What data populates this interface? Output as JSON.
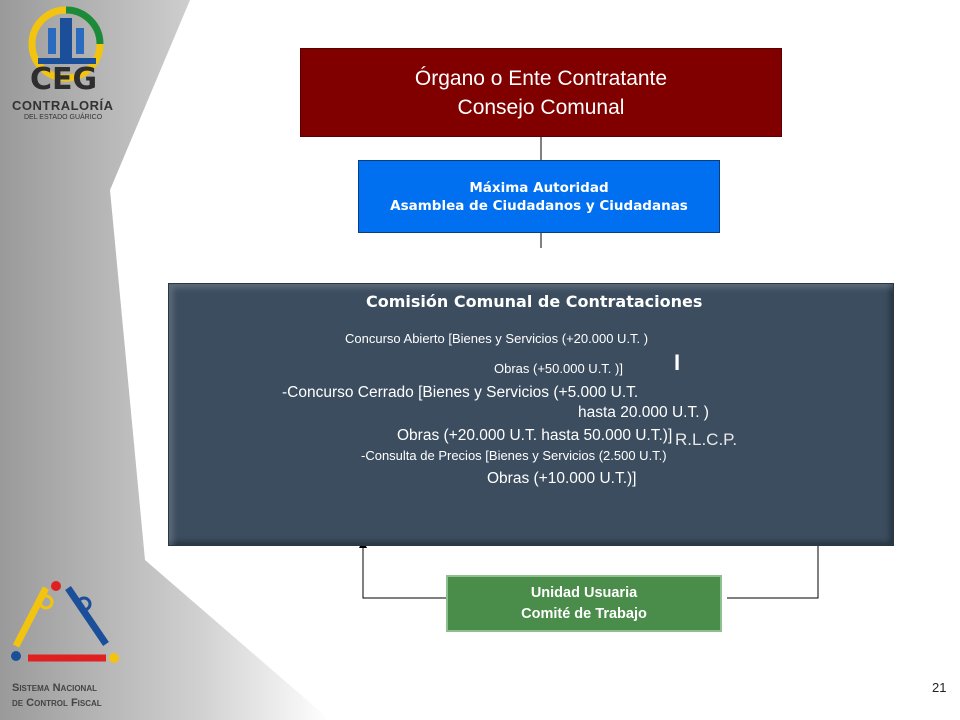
{
  "organo": {
    "line1": "Órgano o Ente Contratante",
    "line2": "Consejo Comunal"
  },
  "maxima": {
    "line1": "Máxima  Autoridad",
    "line2": "Asamblea de Ciudadanos y Ciudadanas"
  },
  "comision": {
    "title": "Comisión Comunal de Contrataciones",
    "lines": [
      "Concurso Abierto [Bienes  y Servicios (+20.000  U.T. )",
      "Obras  (+50.000  U.T.  )]",
      "-Concurso Cerrado [Bienes y Servicios (+5.000 U.T.",
      "hasta 20.000 U.T. )",
      "Obras (+20.000 U.T. hasta 50.000 U.T.)]",
      "-Consulta de Precios [Bienes  y Servicios  (2.500  U.T.)",
      "Obras (+10.000 U.T.)]"
    ],
    "mark": "I",
    "rlcp": "R.L.C.P."
  },
  "unidad": {
    "line1": "Unidad Usuaria",
    "line2": "Comité de Trabajo"
  },
  "logo_top": {
    "acronym": "CEG",
    "name": "CONTRALORÍA",
    "sub": "DEL ESTADO GUÁRICO"
  },
  "logo_bottom": {
    "line1": "Sistema Nacional",
    "line2": "de Control Fiscal"
  },
  "page_number": "21",
  "colors": {
    "organo_bg": "#800000",
    "maxima_bg": "#0070f0",
    "comision_bg": "#3b4d5f",
    "unidad_bg": "#4a8c4a"
  }
}
